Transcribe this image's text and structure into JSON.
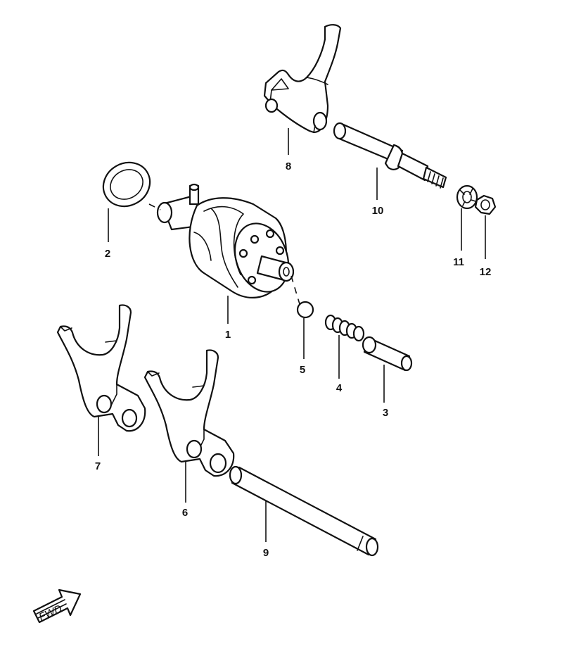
{
  "parts": [
    {
      "id": "1",
      "label": "1"
    },
    {
      "id": "2",
      "label": "2"
    },
    {
      "id": "3",
      "label": "3"
    },
    {
      "id": "4",
      "label": "4"
    },
    {
      "id": "5",
      "label": "5"
    },
    {
      "id": "6",
      "label": "6"
    },
    {
      "id": "7",
      "label": "7"
    },
    {
      "id": "8",
      "label": "8"
    },
    {
      "id": "9",
      "label": "9"
    },
    {
      "id": "10",
      "label": "10"
    },
    {
      "id": "11",
      "label": "11"
    },
    {
      "id": "12",
      "label": "12"
    }
  ],
  "direction_arrow": {
    "label": "FWD",
    "icon": "fwd-arrow-icon"
  }
}
